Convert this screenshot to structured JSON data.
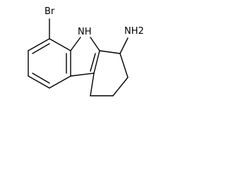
{
  "molecule": {
    "atom_labels": {
      "bromine": "Br",
      "nitrogen_h": "NH",
      "amine": "NH2"
    },
    "colors": {
      "bond": "#000000",
      "background": "#ffffff"
    }
  }
}
